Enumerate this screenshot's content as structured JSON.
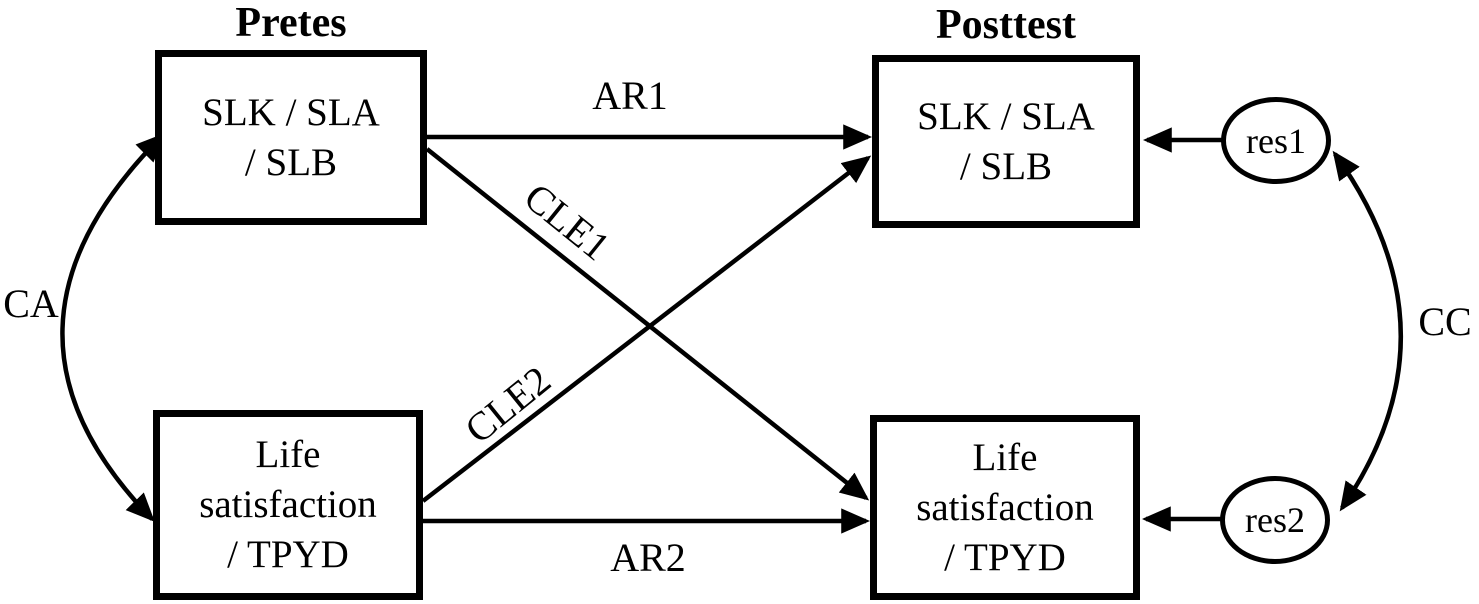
{
  "diagram": {
    "column_titles": {
      "pretest": "Pretes",
      "posttest": "Posttest"
    },
    "boxes": {
      "pre_top": "SLK / SLA\n/ SLB",
      "pre_bottom": "Life\nsatisfaction\n/ TPYD",
      "post_top": "SLK / SLA\n/ SLB",
      "post_bottom": "Life\nsatisfaction\n/ TPYD"
    },
    "residuals": {
      "res1": "res1",
      "res2": "res2"
    },
    "path_labels": {
      "ar1": "AR1",
      "ar2": "AR2",
      "cle1": "CLE1",
      "cle2": "CLE2",
      "ca": "CA",
      "cc": "CC"
    },
    "colors": {
      "line": "#000000",
      "background": "#ffffff"
    }
  }
}
